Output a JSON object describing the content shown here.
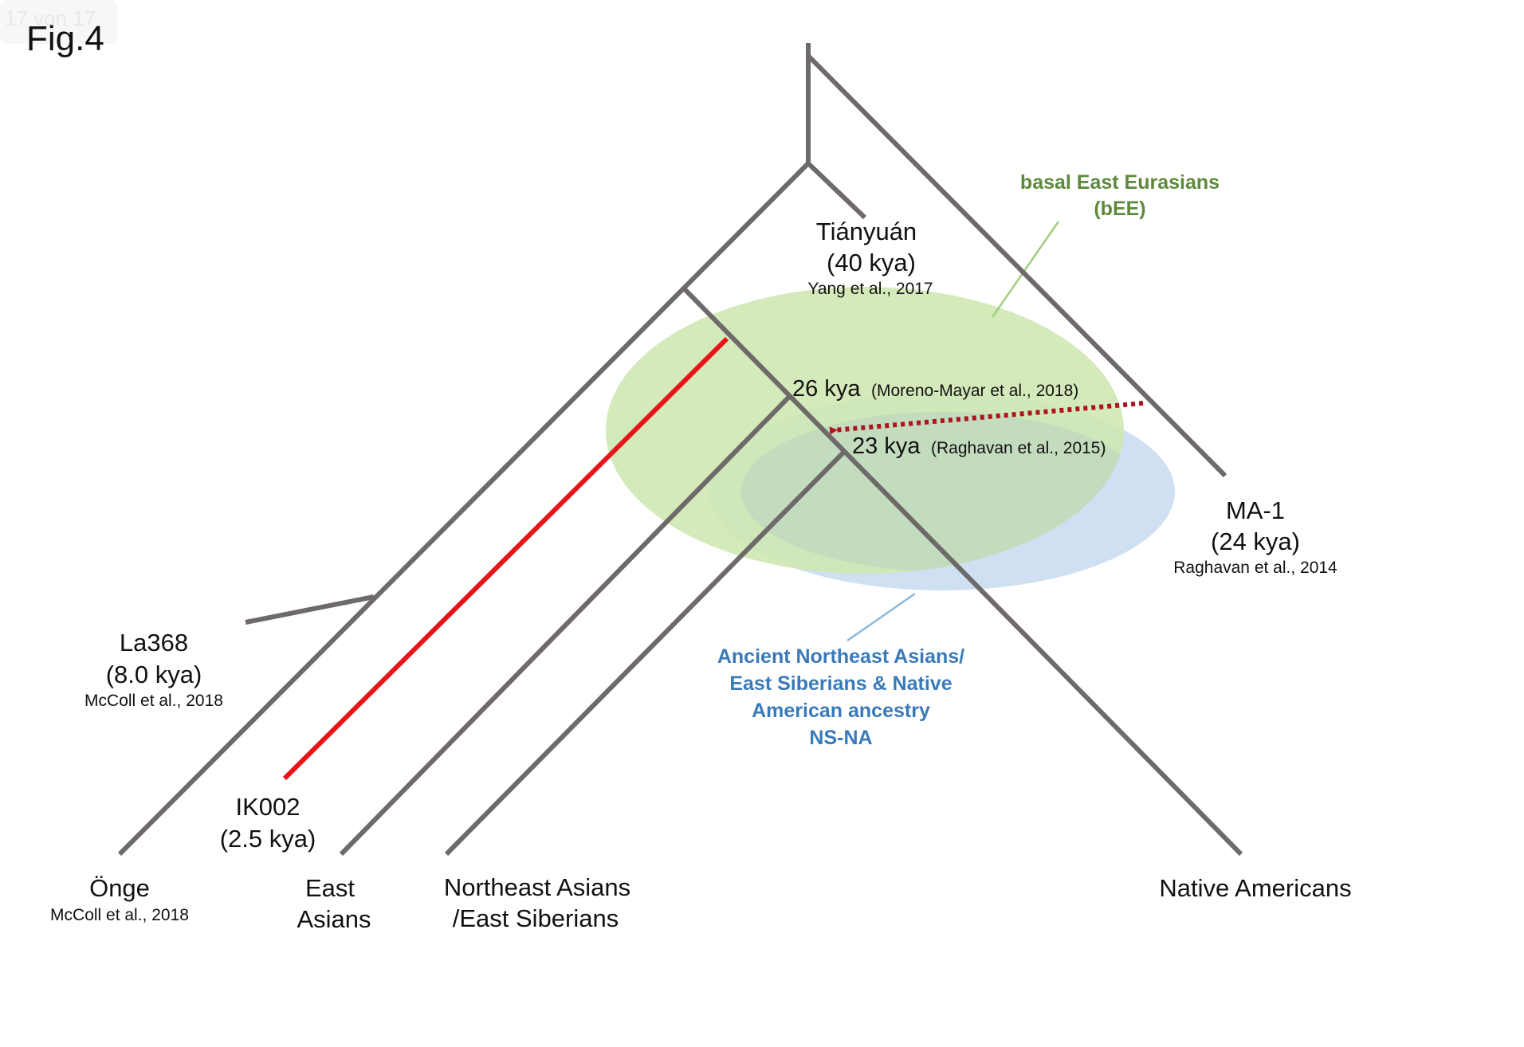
{
  "page_indicator": "17 von 17",
  "figure_label": "Fig.4",
  "colors": {
    "branch": "#6e6a6a",
    "ik002_branch": "#e8141a",
    "admixture_arrow": "#b0121e",
    "bee_fill": "#cfe8b3",
    "bee_text": "#5c8a3a",
    "nsna_fill": "#cfe0f2",
    "nsna_text": "#3a7ab8"
  },
  "nodes": {
    "tianyuan": {
      "name": "Tiányuán",
      "age": "(40 kya)",
      "cite": "Yang et al., 2017"
    },
    "ma1": {
      "name": "MA-1",
      "age": "(24 kya)",
      "cite": "Raghavan et al., 2014"
    },
    "la368": {
      "name": "La368",
      "age": "(8.0 kya)",
      "cite": "McColl et al., 2018"
    },
    "ik002": {
      "name": "IK002",
      "age": "(2.5 kya)"
    },
    "split26": {
      "age": "26 kya",
      "cite": "(Moreno-Mayar et al., 2018)"
    },
    "split23": {
      "age": "23 kya",
      "cite": "(Raghavan et al., 2015)"
    }
  },
  "tips": {
    "onge": {
      "name": "Önge",
      "cite": "McColl et al., 2018"
    },
    "east_asians": {
      "line1": "East",
      "line2": "Asians"
    },
    "ne_asians": {
      "line1": "Northeast Asians",
      "line2": "/East Siberians"
    },
    "native_americans": {
      "name": "Native Americans"
    }
  },
  "ancestry": {
    "bee": {
      "line1": "basal East Eurasians",
      "line2": "(bEE)"
    },
    "nsna": {
      "line1": "Ancient Northeast Asians/",
      "line2": "East Siberians & Native",
      "line3": "American ancestry",
      "line4": "NS-NA"
    }
  }
}
